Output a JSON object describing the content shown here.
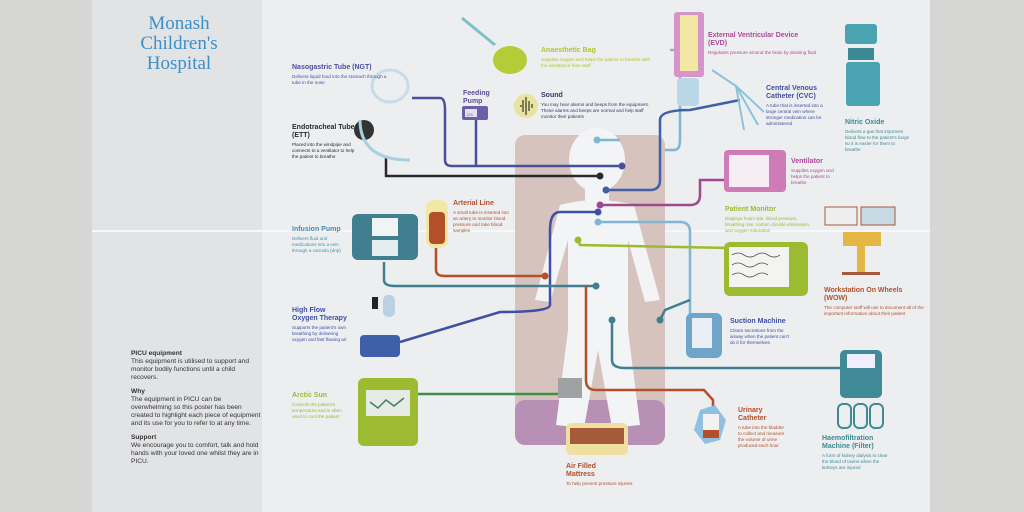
{
  "logo": {
    "line1": "Monash",
    "line2": "Children's",
    "line3": "Hospital"
  },
  "info": [
    {
      "heading": "PICU equipment",
      "text": "This equipment is utilised to support and monitor bodily functions until a child recovers."
    },
    {
      "heading": "Why",
      "text": "The equipment in PICU can be overwhelming so this poster has been created to highlight each piece of equipment and its use for you to refer to at any time."
    },
    {
      "heading": "Support",
      "text": "We encourage you to comfort, talk and hold hands with your loved one whilst they are in PICU."
    }
  ],
  "equipment": {
    "ngt": {
      "title": "Nasogastric Tube (NGT)",
      "desc": "Delivers liquid food into the stomach through a tube in the nose",
      "color": "#4a4fa0"
    },
    "feeding": {
      "title": "Feeding Pump",
      "desc": "",
      "color": "#5a4f96"
    },
    "bag": {
      "title": "Anaesthetic Bag",
      "desc": "Supplies oxygen and helps the patient to breathe with the assistance from staff",
      "color": "#b9cc3a"
    },
    "sound": {
      "title": "Sound",
      "desc": "You may hear alarms and beeps from the equipment. These alarms and beeps are normal and help staff monitor their patients",
      "color": "#2f3a6a"
    },
    "ett": {
      "title": "Endotracheal Tube (ETT)",
      "desc": "Placed into the windpipe and connects to a ventilator to help the patient to breathe",
      "color": "#2a2a2a"
    },
    "evd": {
      "title": "External Ventricular Device (EVD)",
      "desc": "Regulates pressure around the brain by draining fluid",
      "color": "#b0489a"
    },
    "cvc": {
      "title": "Central Venous Catheter (CVC)",
      "desc": "A tube that is inserted into a large central vein where stronger medication can be administered",
      "color": "#3f4fa3"
    },
    "nitric": {
      "title": "Nitric Oxide",
      "desc": "Delivers a gas that improves blood flow to the patient's lungs so it is easier for them to breathe",
      "color": "#3a8a96"
    },
    "ventilator": {
      "title": "Ventilator",
      "desc": "Supplies oxygen and helps the patient to breathe",
      "color": "#b0489a"
    },
    "arterial": {
      "title": "Arterial Line",
      "desc": "A small tube is inserted into an artery to monitor blood pressure and take blood samples",
      "color": "#b3502a"
    },
    "infusion": {
      "title": "Infusion Pump",
      "desc": "Delivers fluid and medications into a vein through a cannula (drip)",
      "color": "#3f8fb0"
    },
    "monitor": {
      "title": "Patient Monitor",
      "desc": "Displays heart rate, blood pressure, breathing rate, carbon dioxide elimination, and oxygen saturation",
      "color": "#9cbb30"
    },
    "wow": {
      "title": "Workstation On Wheels (WOW)",
      "desc": "The computer staff will use to document all of the important information about their patient",
      "color": "#b3502a"
    },
    "highflow": {
      "title": "High Flow Oxygen Therapy",
      "desc": "Supports the patient's own breathing by delivering oxygen and fast flowing air",
      "color": "#3f4fa3"
    },
    "suction": {
      "title": "Suction Machine",
      "desc": "Clears secretions from the airway when the patient can't do it for themselves",
      "color": "#3f4fa3"
    },
    "arctic": {
      "title": "Arctic Sun",
      "desc": "Controls the patient's temperature and is often used to cool the patient",
      "color": "#9cbb30"
    },
    "urinary": {
      "title": "Urinary Catheter",
      "desc": "A tube into the bladder to collect and measure the volume of urine produced each hour",
      "color": "#b3502a"
    },
    "haemo": {
      "title": "Haemofiltration Machine (Filter)",
      "desc": "A form of kidney dialysis to clear the blood of toxins when the kidneys are injured",
      "color": "#3a8a96"
    },
    "mattress": {
      "title": "Air Filled Mattress",
      "desc": "To help prevent pressure injuries",
      "color": "#b3502a"
    }
  },
  "feeding_pump_display": "125"
}
